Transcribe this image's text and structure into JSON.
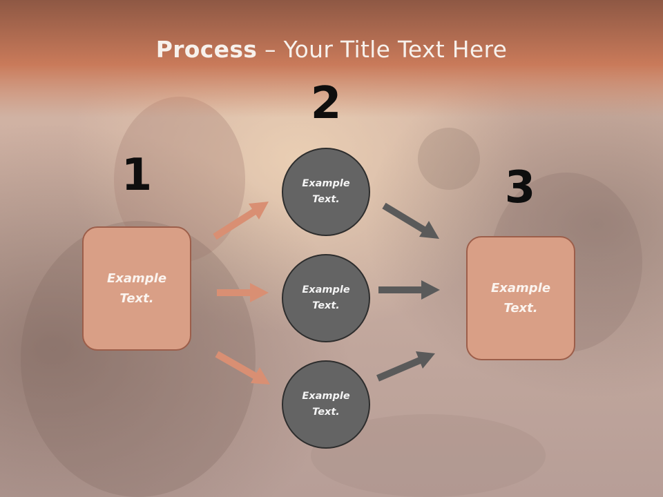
{
  "slide": {
    "title_bold": "Process",
    "title_rest": " – Your Title Text Here"
  },
  "steps": {
    "step1": {
      "number": "1",
      "text_line1": "Example",
      "text_line2": "Text."
    },
    "step2": {
      "number": "2"
    },
    "step3": {
      "number": "3",
      "text_line1": "Example",
      "text_line2": "Text."
    }
  },
  "circles": [
    {
      "text_line1": "Example",
      "text_line2": "Text."
    },
    {
      "text_line1": "Example",
      "text_line2": "Text."
    },
    {
      "text_line1": "Example",
      "text_line2": "Text."
    }
  ],
  "colors": {
    "header_band": "#c97a5a",
    "box_fill": "#d99f86",
    "box_border": "#9c5e4a",
    "circle_fill": "#646464",
    "arrow_salmon": "#d98f73",
    "arrow_gray": "#5a5a5a"
  },
  "background": {
    "description_icon": "photo-background"
  }
}
